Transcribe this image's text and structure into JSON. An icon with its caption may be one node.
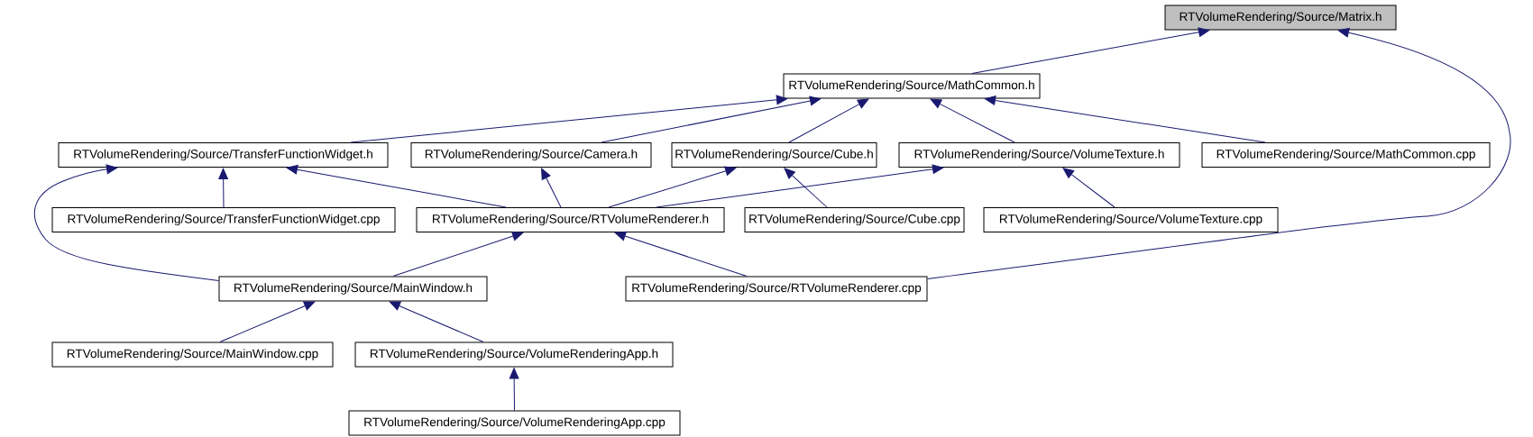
{
  "diagram": {
    "nodes": [
      {
        "text": [
          "RTVolumeRendering/Source/Matrix.h"
        ]
      },
      {
        "text": [
          "RTVolumeRendering/Source/MathCommon.h"
        ]
      },
      {
        "text": [
          "RTVolumeRendering/Source/TransferFunctionWidget.h"
        ]
      },
      {
        "text": [
          "RTVolumeRendering/Source/Camera.h"
        ]
      },
      {
        "text": [
          "RTVolumeRendering/Source/Cube.h"
        ]
      },
      {
        "text": [
          "RTVolumeRendering/Source/VolumeTexture.h"
        ]
      },
      {
        "text": [
          "RTVolumeRendering/Source/MathCommon.cpp"
        ]
      },
      {
        "text": [
          "RTVolumeRendering/Source/TransferFunctionWidget.cpp"
        ]
      },
      {
        "text": [
          "RTVolumeRendering/Source/RTVolumeRenderer.h"
        ]
      },
      {
        "text": [
          "RTVolumeRendering/Source/Cube.cpp"
        ]
      },
      {
        "text": [
          "RTVolumeRendering/Source/VolumeTexture.cpp"
        ]
      },
      {
        "text": [
          "RTVolumeRendering/Source/MainWindow.h"
        ]
      },
      {
        "text": [
          "RTVolumeRendering/Source/RTVolumeRenderer.cpp"
        ]
      },
      {
        "text": [
          "RTVolumeRendering/Source/MainWindow.cpp"
        ]
      },
      {
        "text": [
          "RTVolumeRendering/Source/VolumeRenderingApp.h"
        ]
      },
      {
        "text": [
          "RTVolumeRendering/Source/VolumeRenderingApp.cpp"
        ]
      }
    ],
    "edges": [
      {
        "from": 1,
        "to": 0,
        "arrow": "to"
      },
      {
        "from": 12,
        "to": 0,
        "arrow": "to"
      },
      {
        "from": 2,
        "to": 1,
        "arrow": "to"
      },
      {
        "from": 3,
        "to": 1,
        "arrow": "to"
      },
      {
        "from": 4,
        "to": 1,
        "arrow": "to"
      },
      {
        "from": 5,
        "to": 1,
        "arrow": "to"
      },
      {
        "from": 6,
        "to": 1,
        "arrow": "to"
      },
      {
        "from": 7,
        "to": 2,
        "arrow": "to"
      },
      {
        "from": 8,
        "to": 2,
        "arrow": "to"
      },
      {
        "from": 11,
        "to": 2,
        "arrow": "to"
      },
      {
        "from": 8,
        "to": 3,
        "arrow": "to"
      },
      {
        "from": 8,
        "to": 4,
        "arrow": "to"
      },
      {
        "from": 8,
        "to": 5,
        "arrow": "to"
      },
      {
        "from": 9,
        "to": 4,
        "arrow": "to"
      },
      {
        "from": 10,
        "to": 5,
        "arrow": "to"
      },
      {
        "from": 11,
        "to": 8,
        "arrow": "to"
      },
      {
        "from": 12,
        "to": 8,
        "arrow": "to"
      },
      {
        "from": 13,
        "to": 11,
        "arrow": "to"
      },
      {
        "from": 14,
        "to": 11,
        "arrow": "to"
      },
      {
        "from": 15,
        "to": 14,
        "arrow": "to"
      }
    ]
  }
}
